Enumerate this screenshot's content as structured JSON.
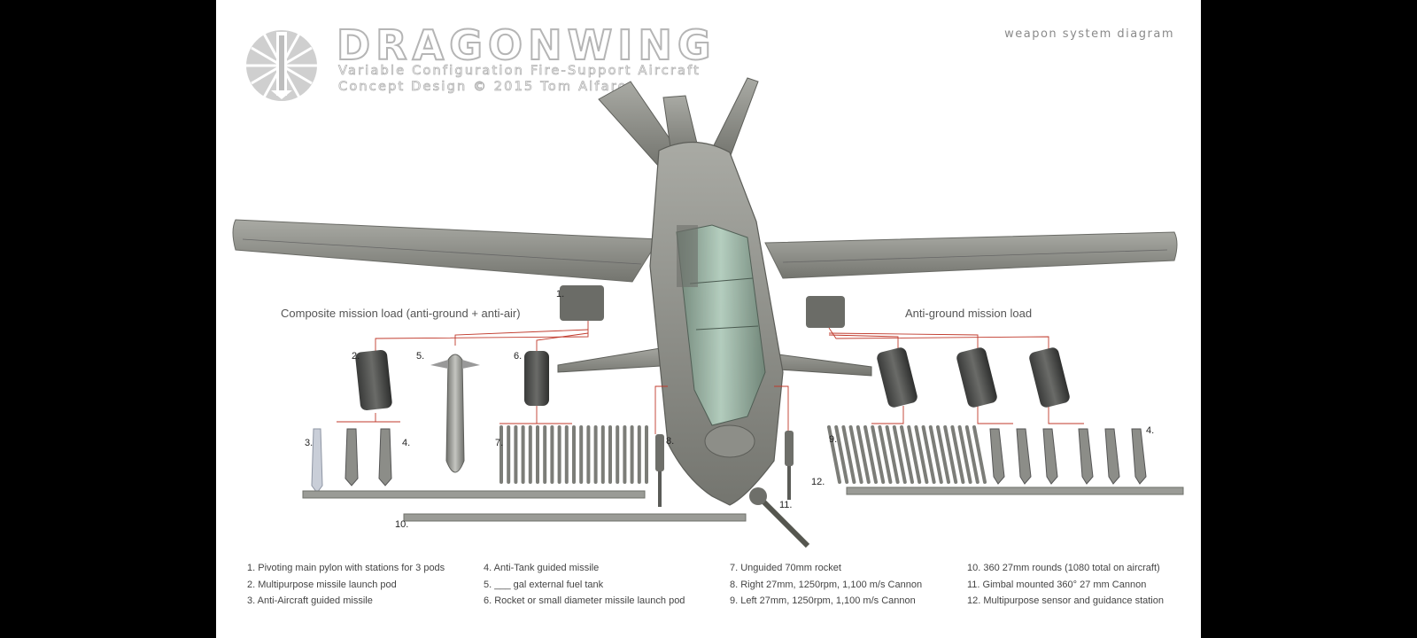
{
  "header": {
    "title": "DRAGONWING",
    "subtitle": "Variable Configuration Fire-Support Aircraft",
    "credit": "Concept Design  © 2015 Tom Alfaro",
    "tag": "weapon system diagram"
  },
  "loads": {
    "left": "Composite mission load (anti-ground + anti-air)",
    "right": "Anti-ground mission load"
  },
  "callouts": [
    "1.",
    "2.",
    "3.",
    "4.",
    "5.",
    "6.",
    "7.",
    "8.",
    "9.",
    "10.",
    "11.",
    "12.",
    "4."
  ],
  "legend": [
    [
      "1. Pivoting main pylon with stations for 3 pods",
      "2. Multipurpose missile launch pod",
      "3. Anti-Aircraft guided missile"
    ],
    [
      "4. Anti-Tank guided missile",
      "5. ___ gal external fuel tank",
      "6. Rocket or small diameter missile launch pod"
    ],
    [
      "7. Unguided 70mm rocket",
      "8. Right 27mm, 1250rpm, 1,100 m/s Cannon",
      "9. Left 27mm, 1250rpm, 1,100 m/s Cannon"
    ],
    [
      "10. 360 27mm rounds (1080 total on aircraft)",
      "11. Gimbal mounted 360° 27 mm Cannon",
      "12. Multipurpose sensor and guidance station"
    ]
  ],
  "colors": {
    "background": "#000000",
    "sheet": "#ffffff",
    "aircraft": "#8f908a",
    "leader_line": "#c0392b"
  },
  "icons": {
    "logo": "dragonwing-emblem-icon"
  }
}
